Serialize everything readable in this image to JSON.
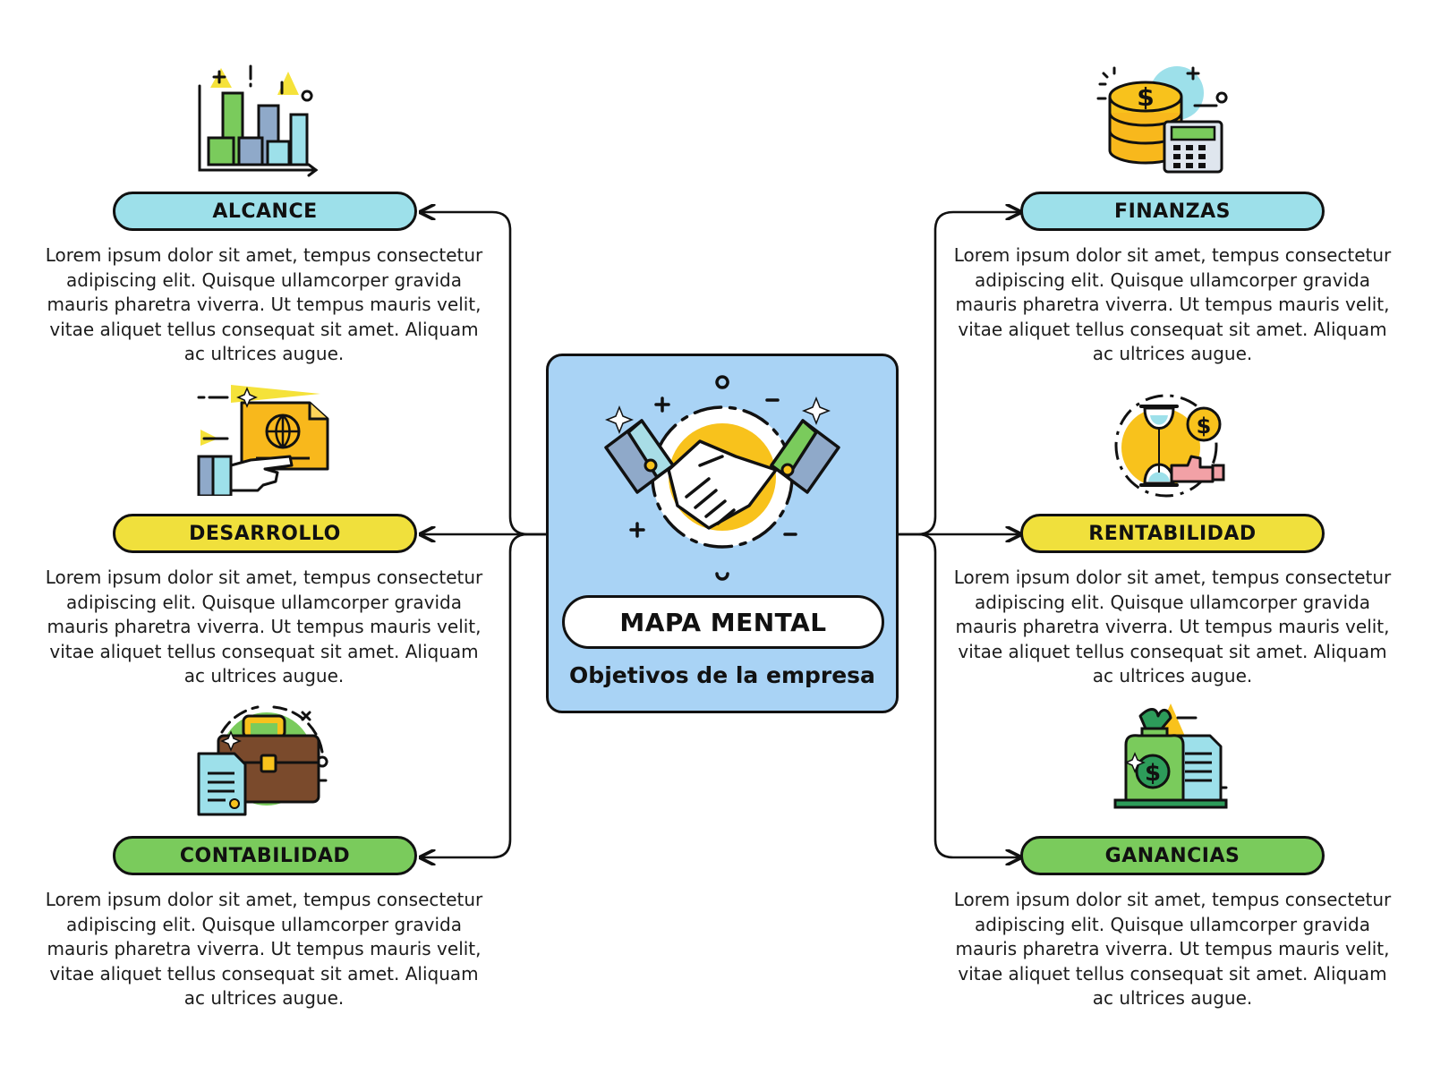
{
  "center": {
    "title": "MAPA MENTAL",
    "subtitle": "Objetivos de la empresa",
    "icon": "handshake-icon",
    "color": "#a9d3f5"
  },
  "colors": {
    "cyan": "#9de0ea",
    "yellow": "#f0e03c",
    "green": "#7acb5c",
    "line": "#111111"
  },
  "nodes": [
    {
      "id": "alcance",
      "label": "ALCANCE",
      "color": "#9de0ea",
      "icon": "bar-chart-icon",
      "description": "Lorem ipsum dolor sit amet, tempus consectetur adipiscing elit. Quisque ullamcorper gravida mauris pharetra viverra. Ut tempus mauris velit, vitae aliquet tellus consequat sit amet. Aliquam ac ultrices augue."
    },
    {
      "id": "desarrollo",
      "label": "DESARROLLO",
      "color": "#f0e03c",
      "icon": "presentation-globe-icon",
      "description": "Lorem ipsum dolor sit amet, tempus consectetur adipiscing elit. Quisque ullamcorper gravida mauris pharetra viverra. Ut tempus mauris velit, vitae aliquet tellus consequat sit amet. Aliquam ac ultrices augue."
    },
    {
      "id": "contabilidad",
      "label": "CONTABILIDAD",
      "color": "#7acb5c",
      "icon": "briefcase-document-icon",
      "description": "Lorem ipsum dolor sit amet, tempus consectetur adipiscing elit. Quisque ullamcorper gravida mauris pharetra viverra. Ut tempus mauris velit, vitae aliquet tellus consequat sit amet. Aliquam ac ultrices augue."
    },
    {
      "id": "finanzas",
      "label": "FINANZAS",
      "color": "#9de0ea",
      "icon": "coins-calculator-icon",
      "description": "Lorem ipsum dolor sit amet, tempus consectetur adipiscing elit. Quisque ullamcorper gravida mauris pharetra viverra. Ut tempus mauris velit, vitae aliquet tellus consequat sit amet. Aliquam ac ultrices augue."
    },
    {
      "id": "rentabilidad",
      "label": "RENTABILIDAD",
      "color": "#f0e03c",
      "icon": "hourglass-coin-icon",
      "description": "Lorem ipsum dolor sit amet, tempus consectetur adipiscing elit. Quisque ullamcorper gravida mauris pharetra viverra. Ut tempus mauris velit, vitae aliquet tellus consequat sit amet. Aliquam ac ultrices augue."
    },
    {
      "id": "ganancias",
      "label": "GANANCIAS",
      "color": "#7acb5c",
      "icon": "money-bag-icon",
      "description": "Lorem ipsum dolor sit amet, tempus consectetur adipiscing elit. Quisque ullamcorper gravida mauris pharetra viverra. Ut tempus mauris velit, vitae aliquet tellus consequat sit amet. Aliquam ac ultrices augue."
    }
  ]
}
